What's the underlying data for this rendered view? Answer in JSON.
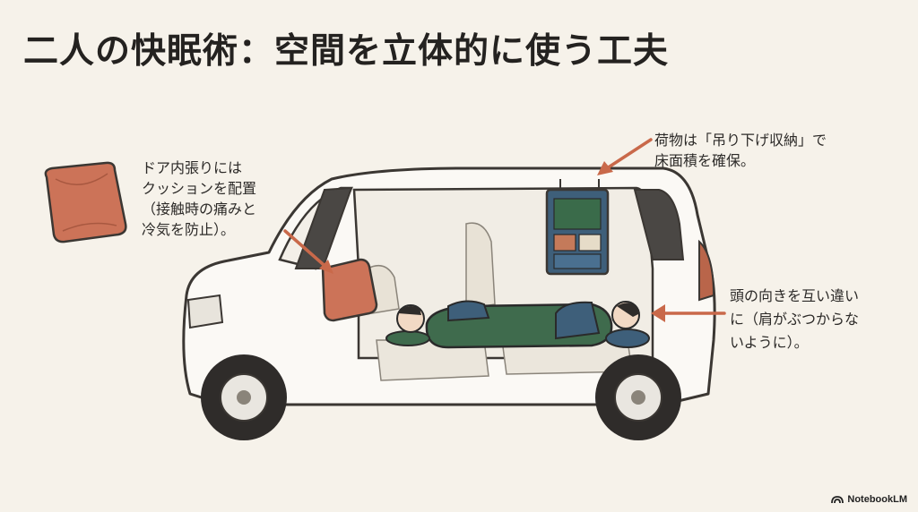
{
  "title": "二人の快眠術：空間を立体的に使う工夫",
  "notes": {
    "cushion": "ドア内張りには\nクッションを配置\n（接触時の痛みと\n冷気を防止）。",
    "storage": "荷物は「吊り下げ収納」で\n床面積を確保。",
    "head": "頭の向きを互い違い\nに（肩がぶつからな\nいように）。"
  },
  "brand": {
    "name": "NotebookLM",
    "icon": "notebooklm-logo-icon"
  },
  "colors": {
    "background": "#f6f2ea",
    "arrow": "#c9694a",
    "cushion": "#cc7358",
    "sleeping_bag": "#3f6b4d",
    "storage_bag": "#3e5f7a",
    "outline": "#3b3733"
  }
}
